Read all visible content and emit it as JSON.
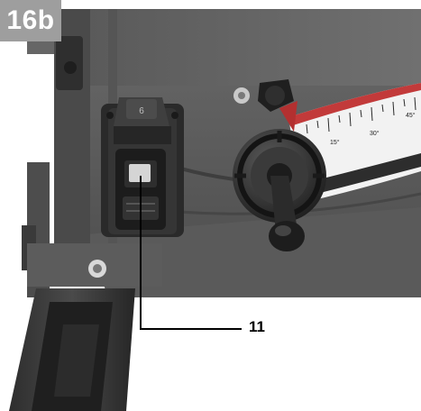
{
  "figure": {
    "label": "16b",
    "callouts": [
      {
        "number": "11"
      }
    ],
    "scale_labels": [
      "15°",
      "30°",
      "45°"
    ],
    "switch_mark": "6",
    "colors": {
      "label_bg": "#9e9e9e",
      "machine_dark": "#3a3a3a",
      "machine_mid": "#5e5e5e",
      "scale_bg": "#f2f2f2",
      "scale_accent": "#c23a3a"
    }
  }
}
